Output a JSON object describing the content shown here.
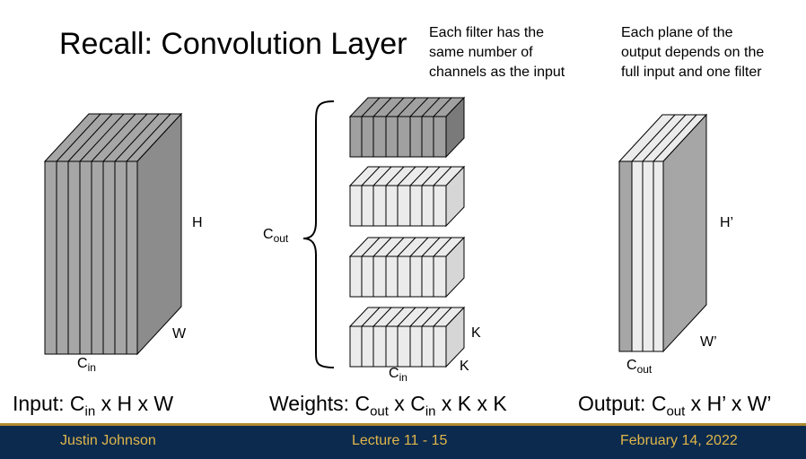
{
  "slide": {
    "title": "Recall: Convolution Layer",
    "note_filter": [
      "Each filter has the",
      "same number of",
      "channels as the input"
    ],
    "note_output": [
      "Each plane of the",
      "output depends on the",
      "full input and one filter"
    ]
  },
  "input": {
    "label_h": "H",
    "label_w": "W",
    "label_c": "C",
    "label_c_sub": "in",
    "formula": {
      "prefix": "Input: C",
      "sub": "in",
      "rest": " x H x W"
    }
  },
  "weights": {
    "label_cout": "C",
    "label_cout_sub": "out",
    "label_k1": "K",
    "label_k2": "K",
    "label_cin": "C",
    "label_cin_sub": "in",
    "formula": {
      "p1": "Weights: C",
      "s1": "out",
      "p2": " x C",
      "s2": "in",
      "p3": " x K x K"
    }
  },
  "output": {
    "label_h": "H’",
    "label_w": "W’",
    "label_c": "C",
    "label_c_sub": "out",
    "formula": {
      "p1": "Output: C",
      "s1": "out",
      "p2": " x H’ x W’"
    }
  },
  "footer": {
    "author": "Justin Johnson",
    "lecture": "Lecture 11 - 15",
    "date": "February 14, 2022"
  },
  "colors": {
    "footer_bg": "#0b2a4e",
    "footer_text": "#e0b64a",
    "dark_gray": "#8c8c8c",
    "light_gray": "#e6e6e6"
  }
}
